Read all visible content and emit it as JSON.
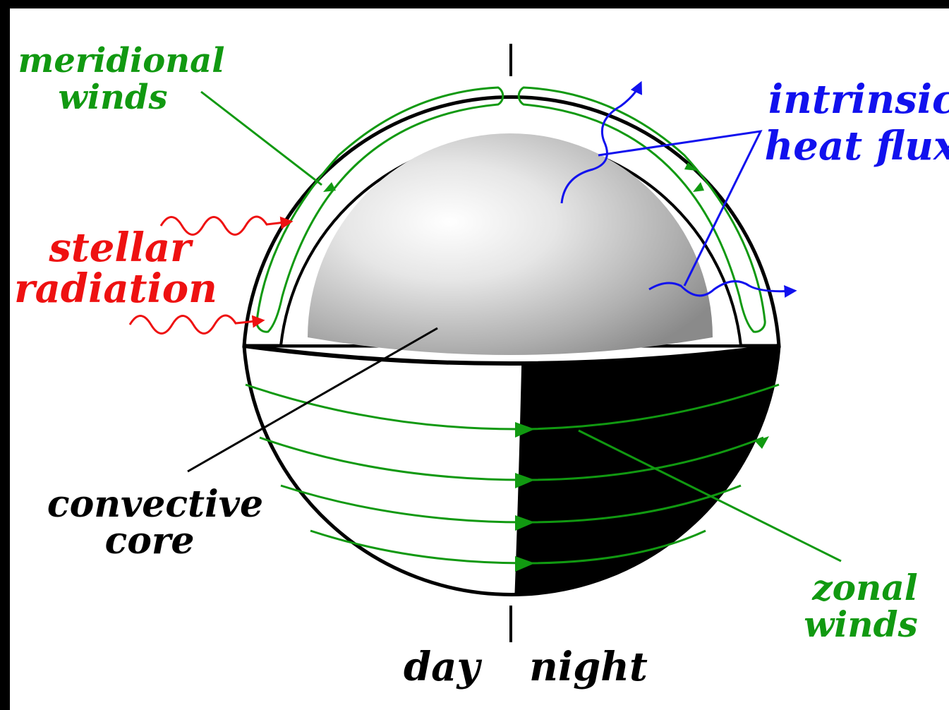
{
  "labels": {
    "meridional_line1": "meridional",
    "meridional_line2": "winds",
    "intrinsic_line1": "intrinsic",
    "intrinsic_line2": "heat flux",
    "stellar_line1": "stellar",
    "stellar_line2": "radiation",
    "convective_line1": "convective",
    "convective_line2": "core",
    "zonal_line1": "zonal",
    "zonal_line2": "winds",
    "day": "day",
    "night": "night"
  },
  "colors": {
    "background": "#000000",
    "panel": "#ffffff",
    "winds": "#119911",
    "stellar": "#ee1111",
    "heat": "#1111ee",
    "outline": "#000000"
  }
}
